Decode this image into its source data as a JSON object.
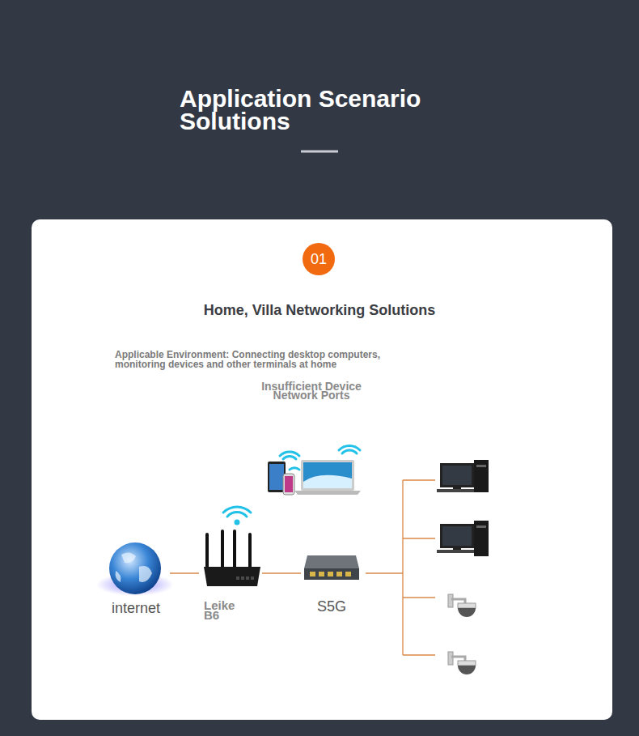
{
  "diagram": {
    "title": "Application Scenario Solutions",
    "nodes": [
      {
        "text": [
          "01"
        ]
      },
      {
        "text": [
          "internet"
        ]
      },
      {
        "text": [
          "Leike B6"
        ]
      },
      {
        "text": [
          "S5G"
        ]
      }
    ],
    "edges": [
      {
        "from": 1,
        "to": 2,
        "arrow": "none"
      },
      {
        "from": 2,
        "to": 3,
        "arrow": "none"
      }
    ],
    "labels": [
      "Home, Villa Networking Solutions",
      "Applicable Environment: Connecting desktop computers, monitoring devices and other terminals at home",
      "Insufficient Device Network Ports"
    ]
  }
}
